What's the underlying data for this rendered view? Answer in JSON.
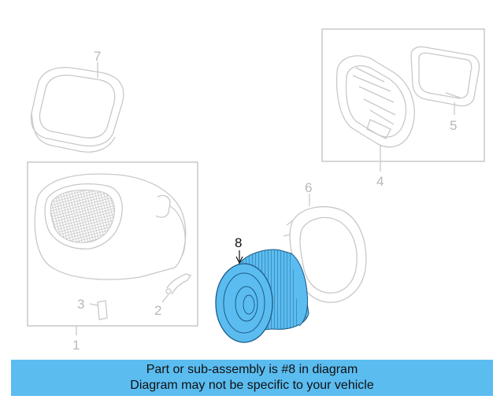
{
  "callouts": {
    "p1": "1",
    "p2": "2",
    "p3": "3",
    "p4": "4",
    "p5": "5",
    "p6": "6",
    "p7": "7",
    "p8": "8"
  },
  "banner": {
    "line1": "Part or sub-assembly is #8 in diagram",
    "line2": "Diagram may not be specific to your vehicle"
  },
  "colors": {
    "highlight": "#5bbcf0",
    "linework": "#c8c8c8",
    "callout_active": "#111111"
  }
}
